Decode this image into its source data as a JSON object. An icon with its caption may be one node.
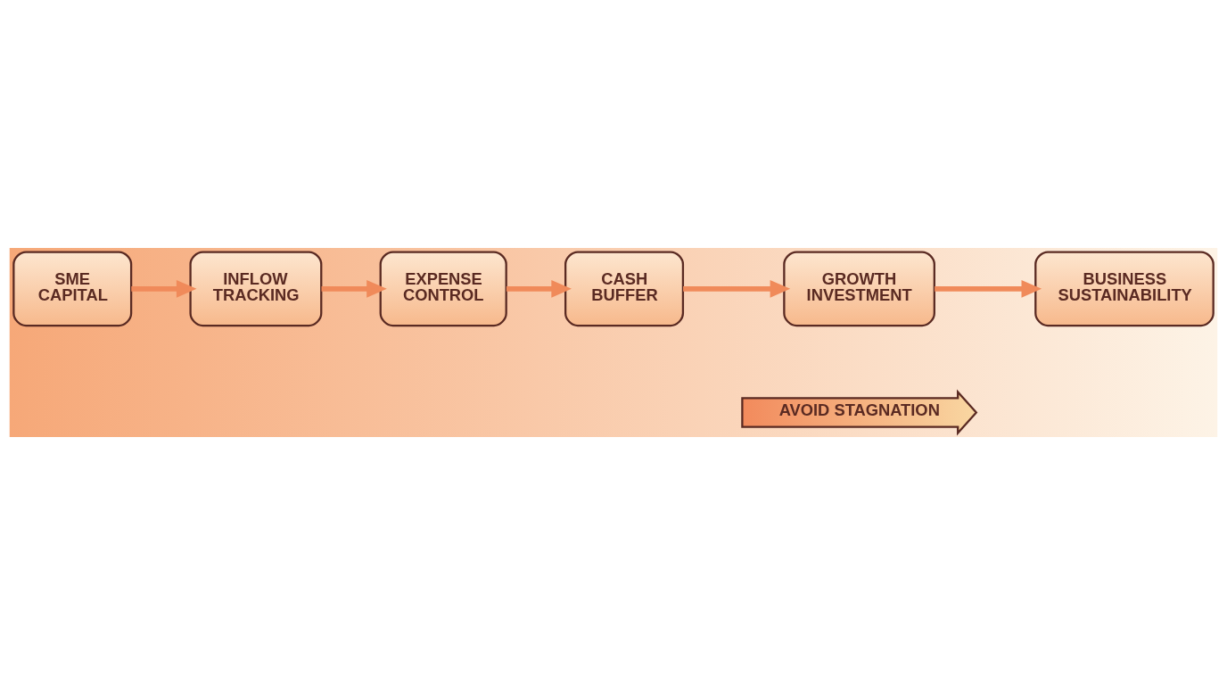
{
  "diagram": {
    "nodes": [
      {
        "text": [
          "SME CAPITAL"
        ]
      },
      {
        "text": [
          "INFLOW TRACKING"
        ]
      },
      {
        "text": [
          "EXPENSE CONTROL"
        ]
      },
      {
        "text": [
          "CASH BUFFER"
        ]
      },
      {
        "text": [
          "GROWTH INVESTMENT"
        ]
      },
      {
        "text": [
          "BUSINESS SUSTAINABILITY"
        ]
      },
      {
        "text": [
          "AVOID STAGNATION"
        ]
      }
    ],
    "edges": [
      {
        "from": 0,
        "to": 1,
        "arrow": "to"
      },
      {
        "from": 1,
        "to": 2,
        "arrow": "to"
      },
      {
        "from": 2,
        "to": 3,
        "arrow": "to"
      },
      {
        "from": 3,
        "to": 4,
        "arrow": "to"
      },
      {
        "from": 4,
        "to": 5,
        "arrow": "to"
      }
    ]
  }
}
